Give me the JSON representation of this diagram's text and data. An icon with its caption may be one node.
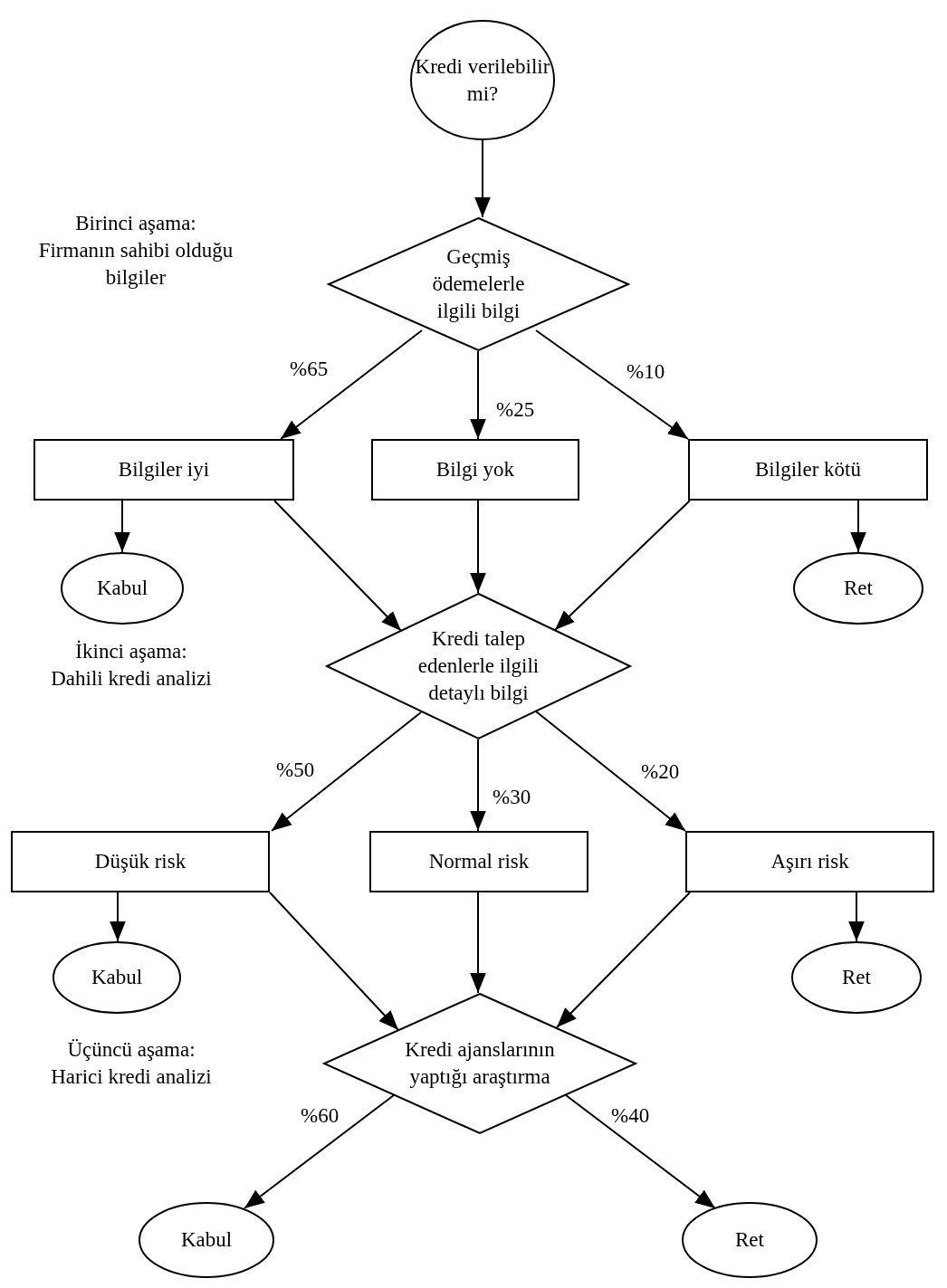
{
  "diagram": {
    "nodes": [
      {
        "text": [
          "Kredi verilebilir mi?"
        ]
      },
      {
        "text": [
          "Geçmiş ödemelerle ilgili bilgi"
        ]
      },
      {
        "text": [
          "Bilgiler iyi"
        ]
      },
      {
        "text": [
          "Bilgi yok"
        ]
      },
      {
        "text": [
          "Bilgiler kötü"
        ]
      },
      {
        "text": [
          "Kabul"
        ]
      },
      {
        "text": [
          "Ret"
        ]
      },
      {
        "text": [
          "Kredi talep edenlerle ilgili detaylı bilgi"
        ]
      },
      {
        "text": [
          "Düşük risk"
        ]
      },
      {
        "text": [
          "Normal risk"
        ]
      },
      {
        "text": [
          "Aşırı risk"
        ]
      },
      {
        "text": [
          "Kabul"
        ]
      },
      {
        "text": [
          "Ret"
        ]
      },
      {
        "text": [
          "Kredi ajanslarının yaptığı araştırma"
        ]
      },
      {
        "text": [
          "Kabul"
        ]
      },
      {
        "text": [
          "Ret"
        ]
      }
    ],
    "edges": [
      {
        "from": 0,
        "to": 1,
        "arrow": "to"
      },
      {
        "from": 1,
        "to": 2,
        "arrow": "to",
        "label": "%65"
      },
      {
        "from": 1,
        "to": 3,
        "arrow": "to",
        "label": "%25"
      },
      {
        "from": 1,
        "to": 4,
        "arrow": "to",
        "label": "%10"
      },
      {
        "from": 2,
        "to": 5,
        "arrow": "to"
      },
      {
        "from": 2,
        "to": 7,
        "arrow": "to"
      },
      {
        "from": 3,
        "to": 7,
        "arrow": "to"
      },
      {
        "from": 4,
        "to": 7,
        "arrow": "to"
      },
      {
        "from": 4,
        "to": 6,
        "arrow": "to"
      },
      {
        "from": 7,
        "to": 8,
        "arrow": "to",
        "label": "%50"
      },
      {
        "from": 7,
        "to": 9,
        "arrow": "to",
        "label": "%30"
      },
      {
        "from": 7,
        "to": 10,
        "arrow": "to",
        "label": "%20"
      },
      {
        "from": 8,
        "to": 11,
        "arrow": "to"
      },
      {
        "from": 8,
        "to": 13,
        "arrow": "to"
      },
      {
        "from": 9,
        "to": 13,
        "arrow": "to"
      },
      {
        "from": 10,
        "to": 13,
        "arrow": "to"
      },
      {
        "from": 10,
        "to": 12,
        "arrow": "to"
      },
      {
        "from": 13,
        "to": 14,
        "arrow": "to",
        "label": "%60"
      },
      {
        "from": 13,
        "to": 15,
        "arrow": "to",
        "label": "%40"
      }
    ],
    "labels": [
      "Birinci aşama:",
      "Firmanın sahibi olduğu bilgiler",
      "İkinci aşama:",
      "Dahili kredi analizi",
      "Üçüncü aşama:",
      "Harici kredi analizi"
    ]
  }
}
